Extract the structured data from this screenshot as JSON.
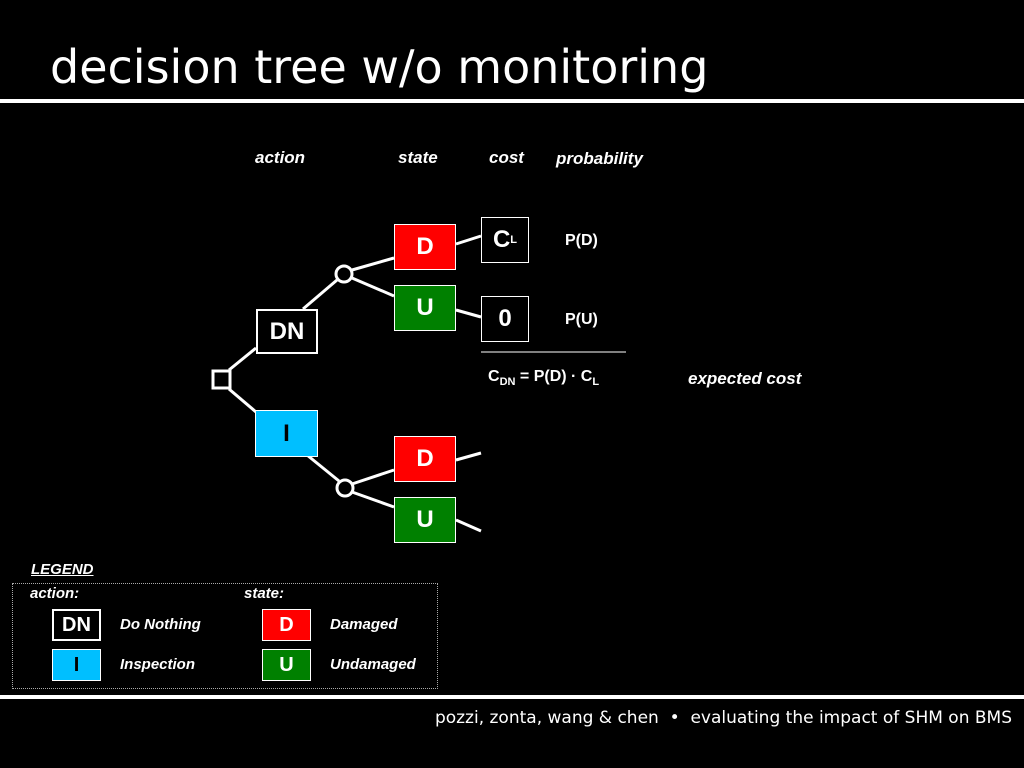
{
  "title": "decision tree w/o monitoring",
  "headers": {
    "action": "action",
    "state": "state",
    "cost": "cost",
    "probability": "probability"
  },
  "nodes": {
    "dn": "DN",
    "i": "I",
    "d_top": "D",
    "u_top": "U",
    "d_bottom": "D",
    "u_bottom": "U"
  },
  "costs": {
    "damaged_main": "C",
    "damaged_sub": "L",
    "undamaged": "0"
  },
  "probabilities": {
    "damaged": "P(D)",
    "undamaged": "P(U)"
  },
  "formula": {
    "c": "C",
    "c_sub": "DN",
    "middle": " = P(D) · C",
    "end_sub": "L"
  },
  "expected_cost_label": "expected cost",
  "legend": {
    "title": "LEGEND",
    "action_label": "action:",
    "state_label": "state:",
    "dn": "DN",
    "dn_desc": "Do Nothing",
    "i": "I",
    "i_desc": "Inspection",
    "d": "D",
    "d_desc": "Damaged",
    "u": "U",
    "u_desc": "Undamaged"
  },
  "footer": "pozzi, zonta, wang & chen  •  evaluating the impact of SHM on BMS",
  "colors": {
    "damaged": "#ff0000",
    "undamaged": "#008000",
    "inspection": "#00bfff",
    "background": "#000000",
    "foreground": "#ffffff"
  }
}
